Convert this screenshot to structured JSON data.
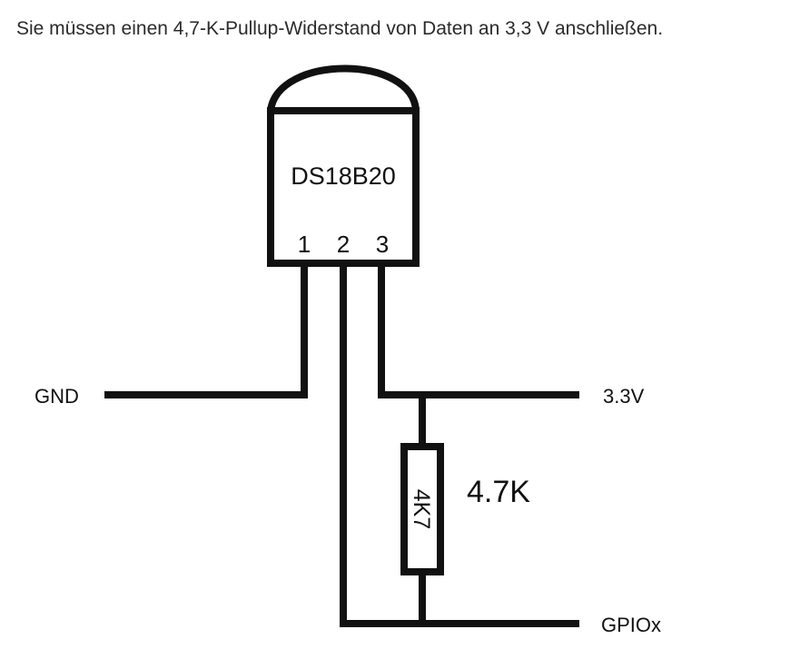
{
  "caption": "Sie müssen einen 4,7-K-Pullup-Widerstand von Daten an 3,3 V anschließen.",
  "diagram": {
    "chip_label": "DS18B20",
    "pins": [
      "1",
      "2",
      "3"
    ],
    "gnd_label": "GND",
    "vcc_label": "3.3V",
    "gpio_label": "GPIOx",
    "resistor_code": "4K7",
    "resistor_value": "4.7K"
  }
}
